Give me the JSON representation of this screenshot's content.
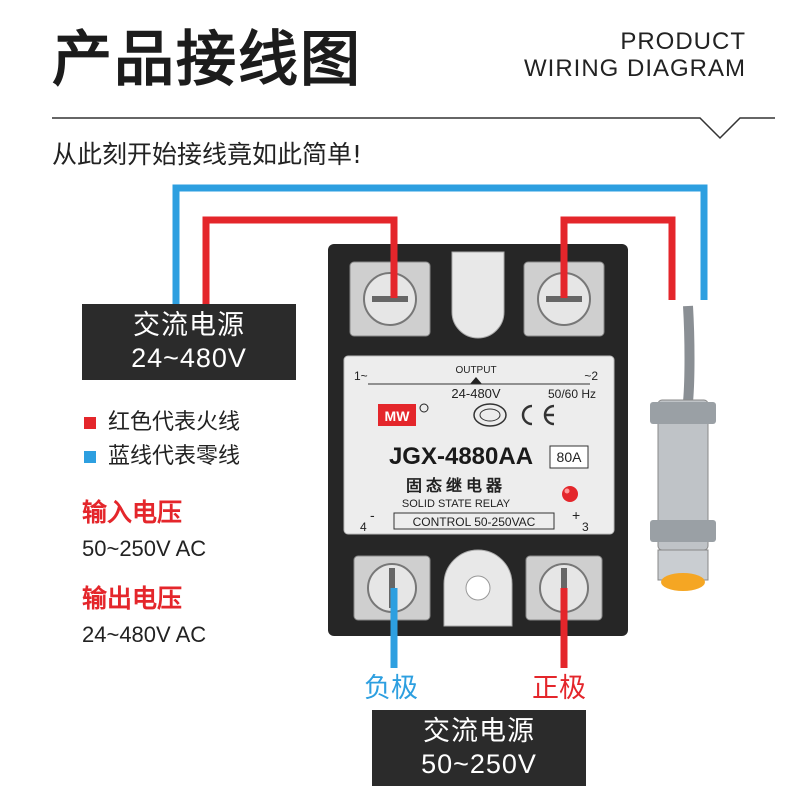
{
  "header": {
    "title_cn": "产品接线图",
    "title_en_1": "PRODUCT",
    "title_en_2": "WIRING DIAGRAM",
    "subtitle": "从此刻开始接线竟如此简单!"
  },
  "source_top": {
    "line1": "交流电源",
    "line2": "24~480V"
  },
  "source_bottom": {
    "line1": "交流电源",
    "line2": "50~250V"
  },
  "legend": {
    "red_label": "红色代表火线",
    "blue_label": "蓝线代表零线",
    "red_color": "#e4262b",
    "blue_color": "#2d9fe0"
  },
  "specs": {
    "input_title": "输入电压",
    "input_value": "50~250V AC",
    "output_title": "输出电压",
    "output_value": "24~480V AC"
  },
  "relay": {
    "output_label": "OUTPUT",
    "output_range": "24-480V",
    "terminal_1": "1~",
    "terminal_2": "~2",
    "frequency": "50/60 Hz",
    "brand": "MW",
    "model": "JGX-4880AA",
    "current": "80A",
    "name_cn": "固态继电器",
    "name_en": "SOLID STATE RELAY",
    "control": "CONTROL 50-250VAC",
    "terminal_3": "3",
    "terminal_4": "4",
    "minus": "-",
    "plus": "+"
  },
  "poles": {
    "negative": "负极",
    "positive": "正极"
  }
}
